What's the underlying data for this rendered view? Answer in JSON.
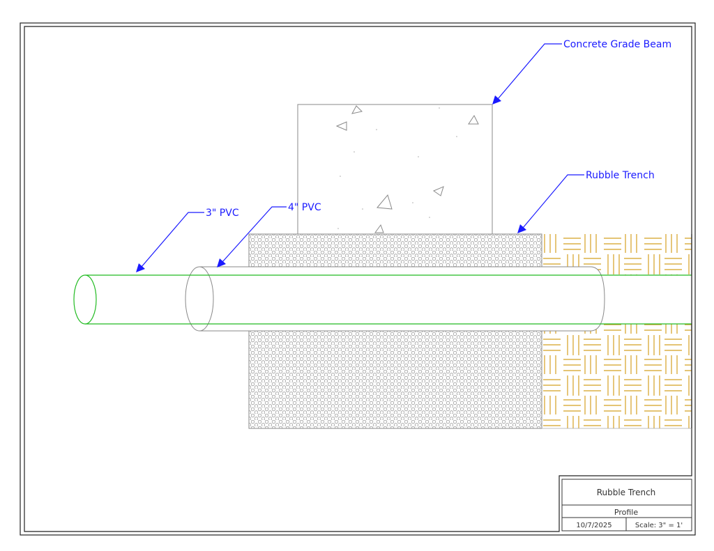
{
  "labels": {
    "concrete_grade_beam": "Concrete Grade Beam",
    "rubble_trench": "Rubble Trench",
    "pvc_3in": "3\" PVC",
    "pvc_4in": "4\" PVC"
  },
  "title_block": {
    "title": "Rubble Trench",
    "subtitle": "Profile",
    "date": "10/7/2025",
    "scale": "Scale: 3\" = 1'"
  },
  "colors": {
    "leader": "#1a1aff",
    "pvc_3in": "#22bb22",
    "pvc_4in": "#888888",
    "soil": "#d4a020",
    "gravel": "#888888",
    "border": "#222222"
  }
}
